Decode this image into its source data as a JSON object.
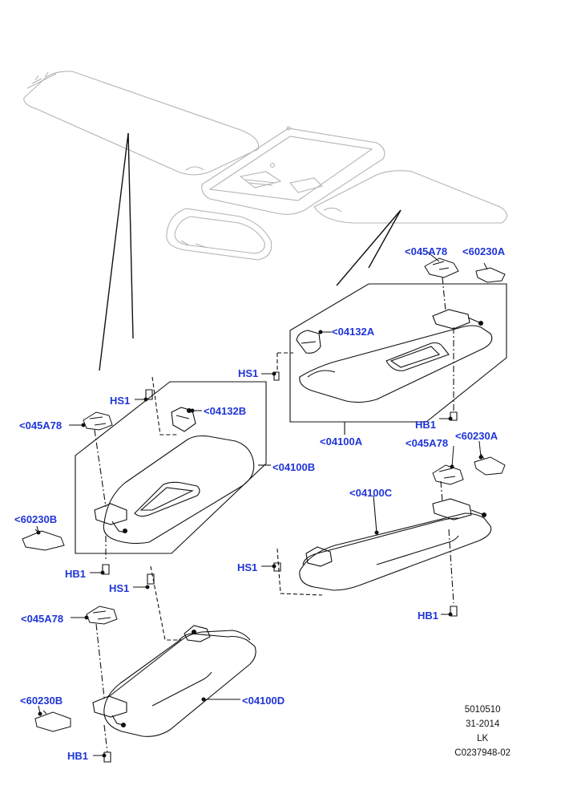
{
  "callouts": {
    "c_045a78_top": "<045A78",
    "c_60230a_top": "<60230A",
    "c_04132a": "<04132A",
    "hs1_a": "HS1",
    "hb1_a": "HB1",
    "c_04100a": "<04100A",
    "c_045a78_mid_right": "<045A78",
    "c_60230a_mid_right": "<60230A",
    "hs1_b": "HS1",
    "c_04132b": "<04132B",
    "c_045a78_left": "<045A78",
    "c_04100b": "<04100B",
    "c_60230b_upper": "<60230B",
    "hb1_b": "HB1",
    "hs1_c": "HS1",
    "c_04100c": "<04100C",
    "hs1_d": "HS1",
    "c_045a78_left_lower": "<045A78",
    "hb1_c": "HB1",
    "c_04100d": "<04100D",
    "c_60230b_lower": "<60230B",
    "hb1_d": "HB1"
  },
  "meta": {
    "line1": "5010510",
    "line2": "31-2014",
    "line3": "LK",
    "line4": "C0237948-02"
  },
  "colors": {
    "callout": "#1f35d6",
    "faint_line": "#b4b4b4",
    "dark_line": "#111111"
  }
}
